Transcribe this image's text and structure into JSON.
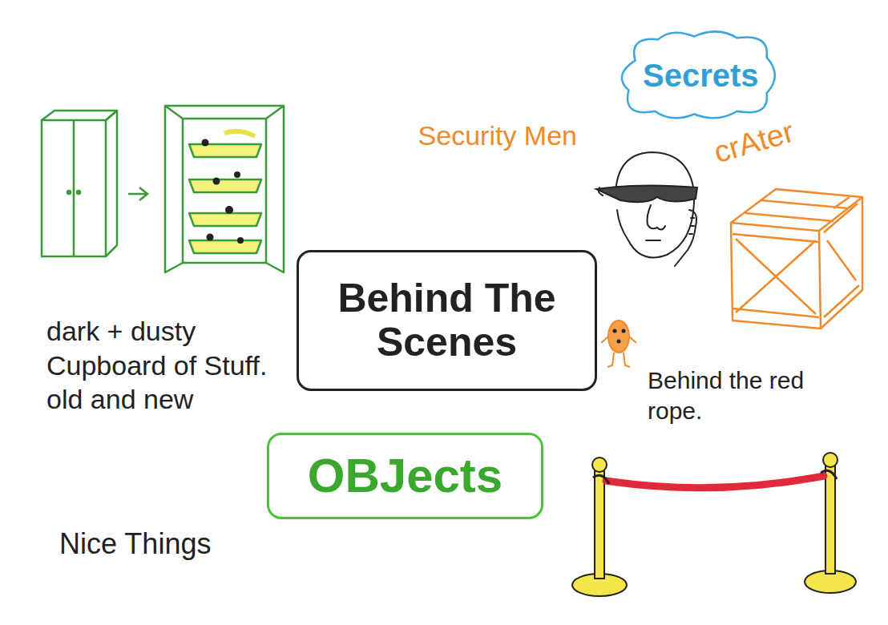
{
  "diagram": {
    "nodes": [
      {
        "text": [
          "Secrets"
        ]
      },
      {
        "text": [
          "Behind The Scenes"
        ]
      },
      {
        "text": [
          "OBJects"
        ]
      }
    ],
    "labels": [
      "Security Men",
      "crAter",
      "dark + dusty Cupboard of Stuff. old and new",
      "Behind the red rope.",
      "Nice Things"
    ]
  }
}
